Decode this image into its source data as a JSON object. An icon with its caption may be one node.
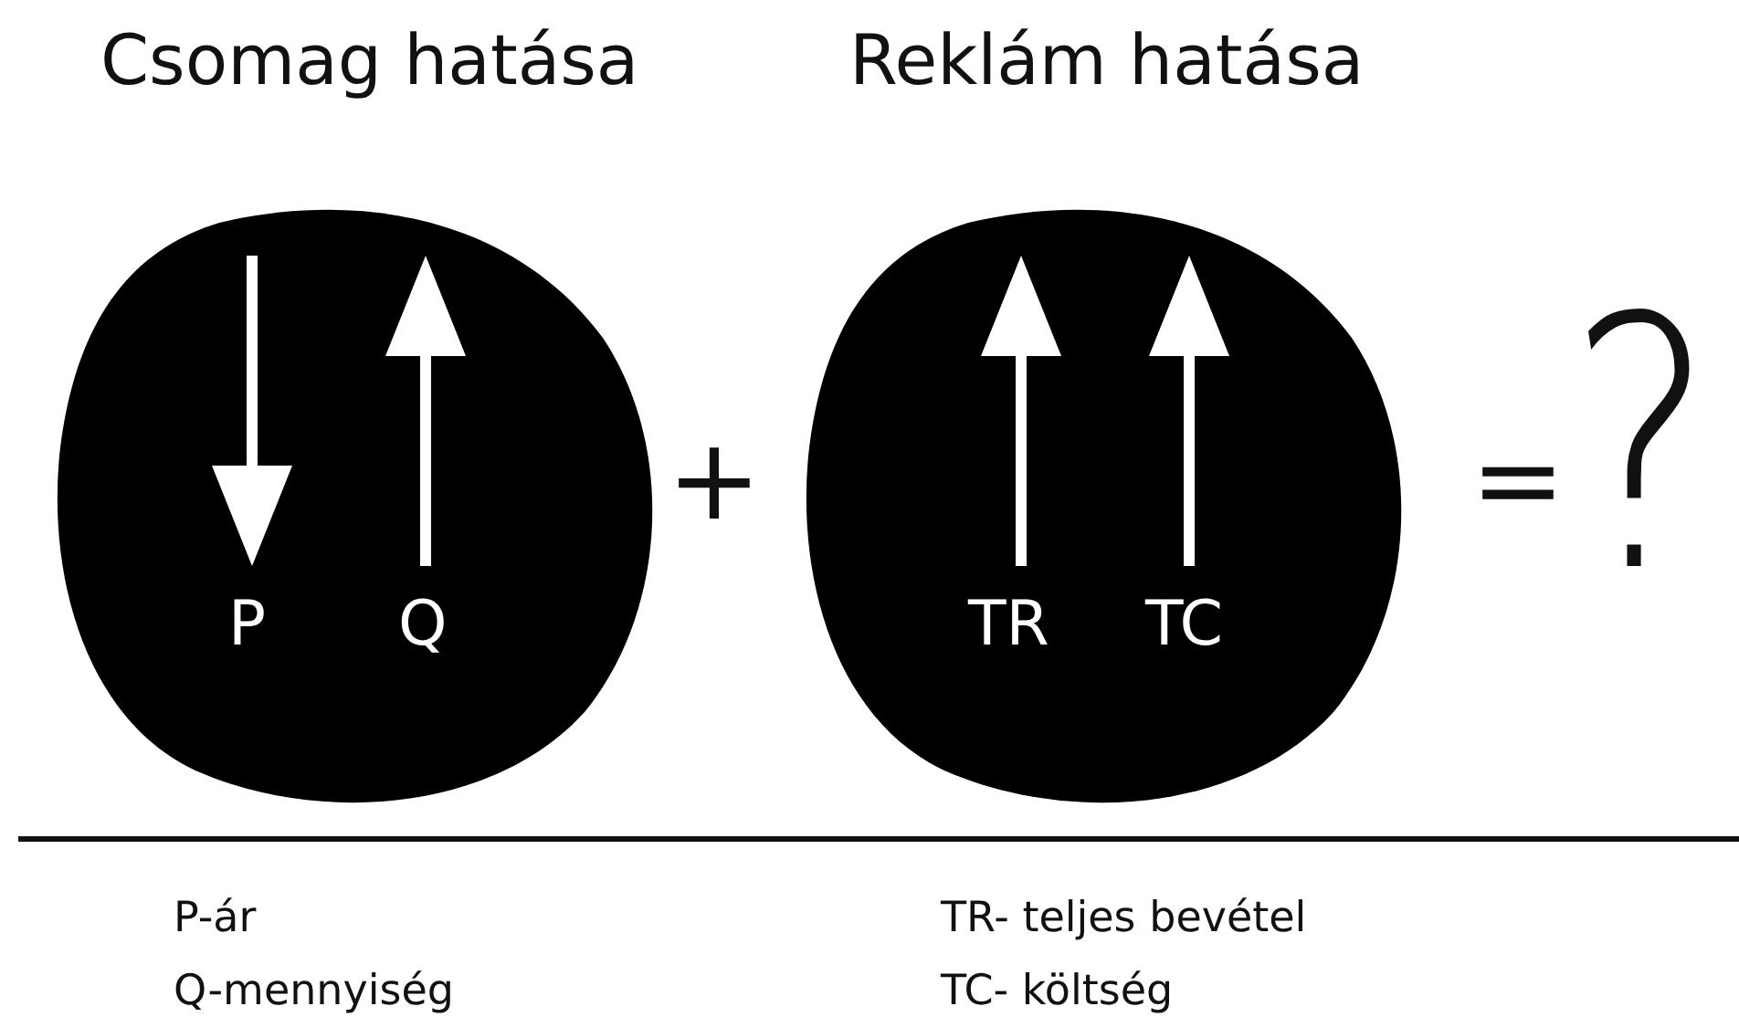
{
  "diagram": {
    "nodes": [
      {
        "text": [
          "Csomag hatása",
          "P",
          "Q"
        ]
      },
      {
        "text": [
          "Reklám hatása",
          "TR",
          "TC"
        ]
      }
    ],
    "labels": [
      "+",
      "=",
      "?",
      "P-ár",
      "Q-mennyiség",
      "TR- teljes bevétel",
      "TC- költség"
    ]
  }
}
